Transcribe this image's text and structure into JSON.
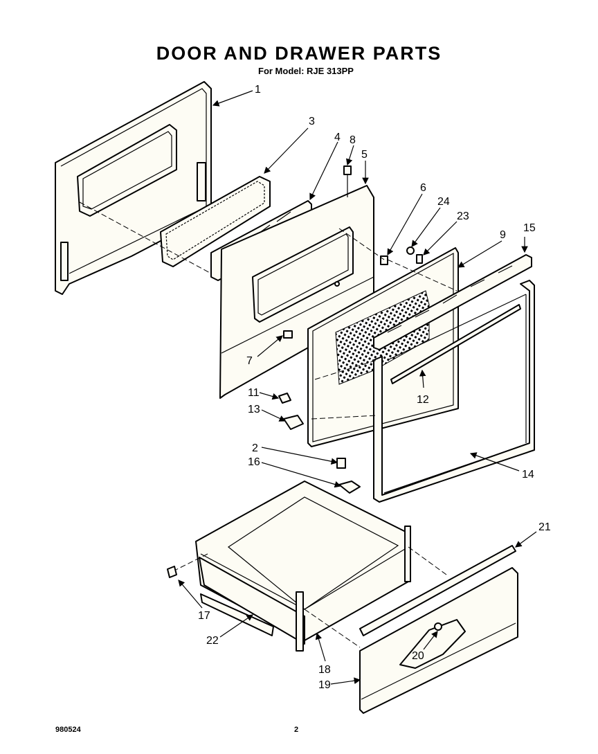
{
  "header": {
    "title": "DOOR AND DRAWER PARTS",
    "subtitle": "For Model: RJE 313PP"
  },
  "footer": {
    "doc_number": "980524",
    "page_number": "2"
  },
  "callouts": {
    "c1": "1",
    "c2": "2",
    "c3": "3",
    "c4": "4",
    "c5": "5",
    "c6": "6",
    "c7": "7",
    "c8": "8",
    "c9": "9",
    "c11": "11",
    "c12": "12",
    "c13": "13",
    "c14": "14",
    "c15": "15",
    "c16": "16",
    "c17": "17",
    "c18": "18",
    "c19": "19",
    "c20": "20",
    "c21": "21",
    "c22": "22",
    "c23": "23",
    "c24": "24"
  }
}
